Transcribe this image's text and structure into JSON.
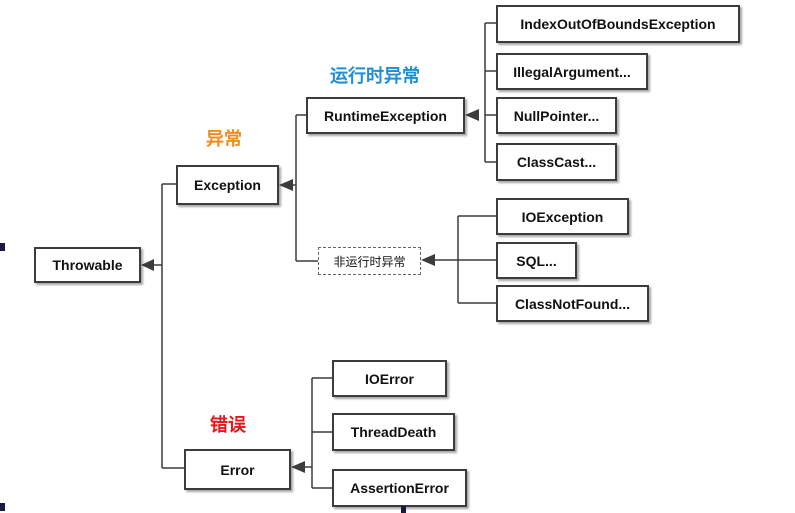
{
  "colors": {
    "runtime_label": "#1e8fd6",
    "exception_label": "#f08c1e",
    "error_label": "#e0191e",
    "line": "#3c3c3c"
  },
  "labels": {
    "runtime": "运行时异常",
    "exception": "异常",
    "error": "错误"
  },
  "nodes": {
    "throwable": "Throwable",
    "exception": "Exception",
    "error": "Error",
    "runtime_exception": "RuntimeException",
    "non_runtime": "非运行时异常",
    "index_oob": "IndexOutOfBoundsException",
    "illegal_argument": "IllegalArgument...",
    "null_pointer": "NullPointer...",
    "class_cast": "ClassCast...",
    "io_exception": "IOException",
    "sql": "SQL...",
    "class_not_found": "ClassNotFound...",
    "io_error": "IOError",
    "thread_death": "ThreadDeath",
    "assertion_error": "AssertionError"
  }
}
